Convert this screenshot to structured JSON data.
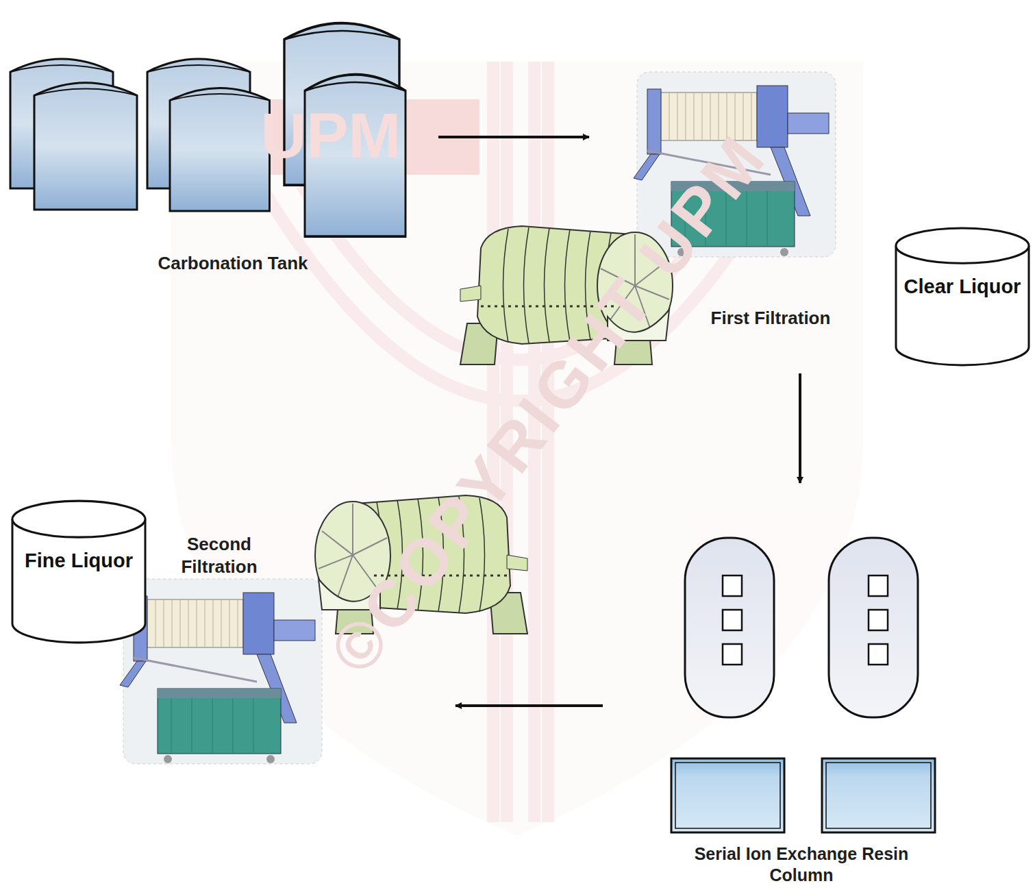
{
  "diagram": {
    "nodes": [
      {
        "text": [
          "Carbonation Tank"
        ]
      },
      {
        "text": [
          "First Filtration"
        ]
      },
      {
        "text": [
          "Clear Liquor"
        ]
      },
      {
        "text": [
          "Serial Ion Exchange Resin Column"
        ]
      },
      {
        "text": [
          "Second Filtration"
        ]
      },
      {
        "text": [
          "Fine Liquor"
        ]
      }
    ],
    "edges": [
      {
        "from": 0,
        "to": 1,
        "arrow": "to"
      },
      {
        "from": 1,
        "to": 3,
        "arrow": "to"
      },
      {
        "from": 3,
        "to": 4,
        "arrow": "to"
      }
    ],
    "labels": [
      "UPM",
      "©COPYRIGHT UPM"
    ]
  }
}
